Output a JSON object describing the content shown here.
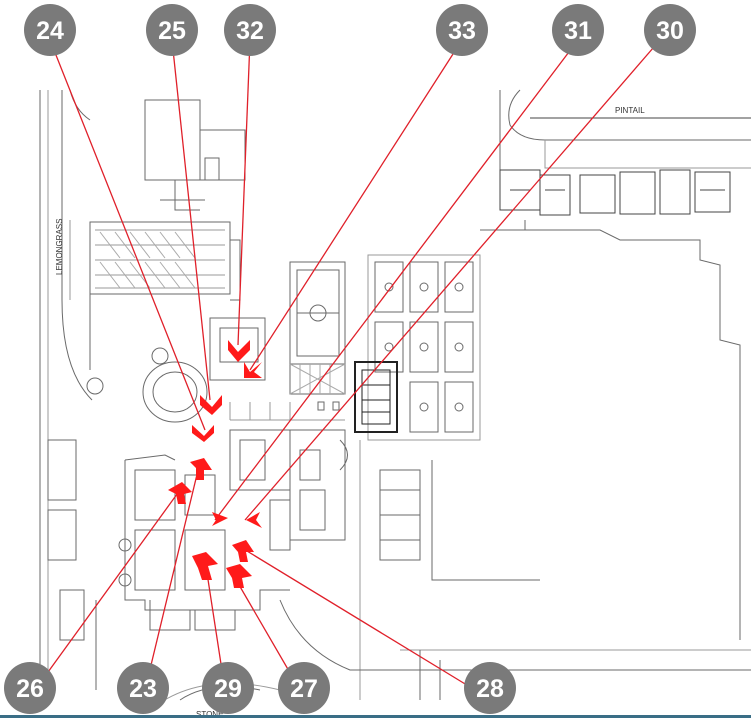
{
  "map": {
    "street_labels": {
      "pintail": "PINTAIL",
      "lemongrass": "LEMONGRASS",
      "stone": "STONE"
    },
    "markers": [
      {
        "id": "marker-24",
        "label": "24"
      },
      {
        "id": "marker-25",
        "label": "25"
      },
      {
        "id": "marker-32",
        "label": "32"
      },
      {
        "id": "marker-33",
        "label": "33"
      },
      {
        "id": "marker-31",
        "label": "31"
      },
      {
        "id": "marker-30",
        "label": "30"
      },
      {
        "id": "marker-26",
        "label": "26"
      },
      {
        "id": "marker-23",
        "label": "23"
      },
      {
        "id": "marker-29",
        "label": "29"
      },
      {
        "id": "marker-27",
        "label": "27"
      },
      {
        "id": "marker-28",
        "label": "28"
      }
    ],
    "colors": {
      "marker_fill": "#7a7a7a",
      "marker_text": "#ffffff",
      "leader_line": "#e0202a",
      "arrow_fill": "#ff1a1a",
      "linework": "#6a6a6a",
      "bottom_bar": "#3a6e86"
    }
  }
}
